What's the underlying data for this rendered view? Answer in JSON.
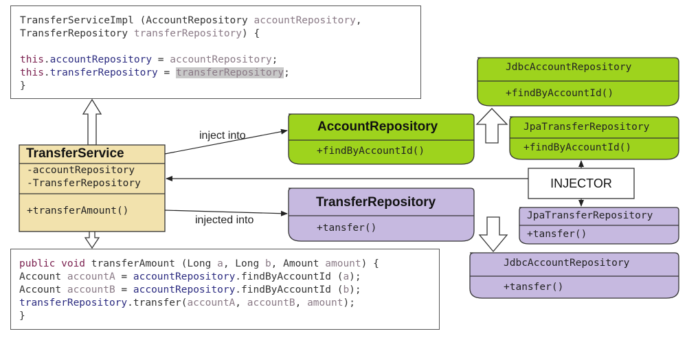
{
  "code_top": {
    "line1": [
      "TransferServiceImpl (AccountRepository ",
      "accountRepository",
      ","
    ],
    "line2": [
      "TransferRepository ",
      "transferRepository",
      ") {"
    ],
    "line4": [
      "this",
      ".",
      "accountRepository",
      " = ",
      "accountRepository",
      ";"
    ],
    "line5": [
      "this",
      ".",
      "transferRepository",
      " = ",
      "transferRepository",
      ";"
    ],
    "line6": "}"
  },
  "code_bottom": {
    "line1": [
      "public void",
      " transferAmount (Long ",
      "a",
      ", Long ",
      "b",
      ", Amount ",
      "amount",
      ") {"
    ],
    "line2": [
      "Account ",
      "accountA",
      " = ",
      "accountRepository",
      ".findByAccountId (",
      "a",
      ");"
    ],
    "line3": [
      "Account ",
      "accountB",
      " = ",
      "accountRepository",
      ".findByAccountId (",
      "b",
      ");"
    ],
    "line4": [
      "transferRepository",
      ".transfer(",
      "accountA",
      ", ",
      "accountB",
      ", ",
      "amount",
      ");"
    ],
    "line5": "}"
  },
  "transfer_service": {
    "title": "TransferService",
    "fields": [
      "-accountRepository",
      "-TransferRepository"
    ],
    "methods": [
      "+transferAmount()"
    ]
  },
  "account_repository": {
    "title": "AccountRepository",
    "method": "+findByAccountId()"
  },
  "transfer_repository": {
    "title": "TransferRepository",
    "method": "+tansfer()"
  },
  "jdbc_account_repository_green": {
    "title": "JdbcAccountRepository",
    "method": "+findByAccountId()"
  },
  "jpa_transfer_repository_green": {
    "title": "JpaTransferRepository",
    "method": "+findByAccountId()"
  },
  "jpa_transfer_repository_purple": {
    "title": "JpaTransferRepository",
    "method": "+tansfer()"
  },
  "jdbc_account_repository_purple": {
    "title": "JdbcAccountRepository",
    "method": "+tansfer()"
  },
  "injector": {
    "label": "INJECTOR"
  },
  "edges": {
    "inject_into": "inject into",
    "injected_into": "injected into"
  },
  "colors": {
    "green": "#9ed31d",
    "purple": "#c6b9e0",
    "tan": "#f2e2ad",
    "border": "#333333"
  }
}
